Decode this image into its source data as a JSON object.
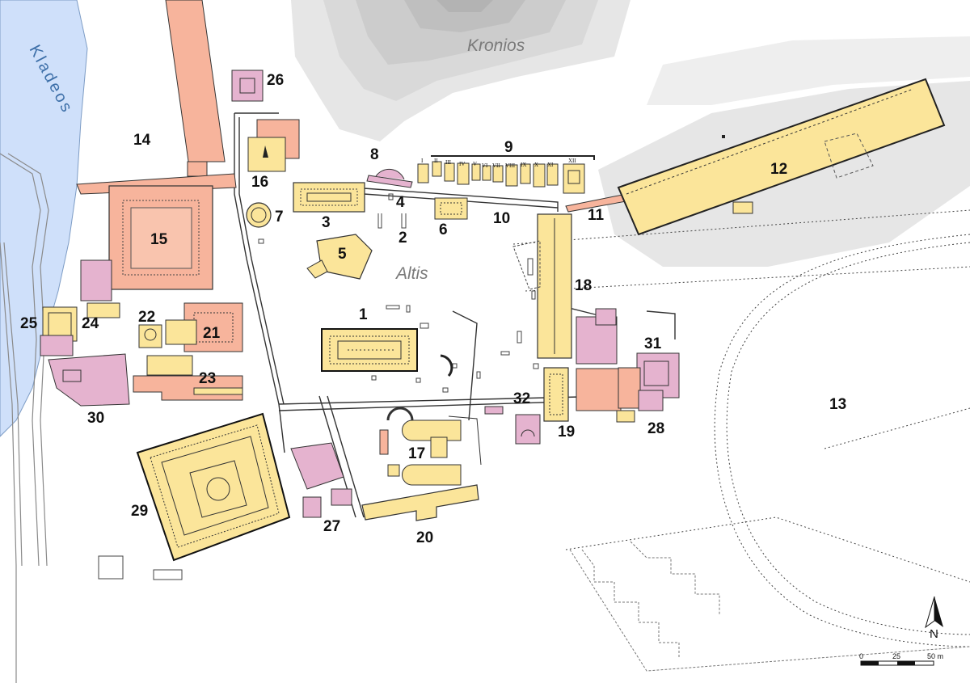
{
  "map": {
    "places": {
      "hill": "Kronios",
      "sanctuary": "Altis",
      "river": "Kladeos"
    },
    "site_numbers": [
      "1",
      "2",
      "3",
      "4",
      "5",
      "6",
      "7",
      "8",
      "9",
      "10",
      "11",
      "12",
      "13",
      "14",
      "15",
      "16",
      "17",
      "18",
      "19",
      "20",
      "21",
      "22",
      "23",
      "24",
      "25",
      "26",
      "27",
      "28",
      "29",
      "30",
      "31",
      "32"
    ],
    "treasury_numerals": [
      "I",
      "II",
      "III",
      "IV",
      "V",
      "VI",
      "VII",
      "VIII",
      "IX",
      "X",
      "XI",
      "XII"
    ],
    "north_label": "N",
    "scale": {
      "zero": "0",
      "mid": "25",
      "end": "50 m"
    },
    "colors": {
      "water": "#cfe0fa",
      "hill": "#e5e5e5",
      "roman_building": "#f7b49c",
      "greek_building": "#fbe59a",
      "late_building": "#e5b3cf",
      "outline": "#3a3a3a"
    }
  }
}
